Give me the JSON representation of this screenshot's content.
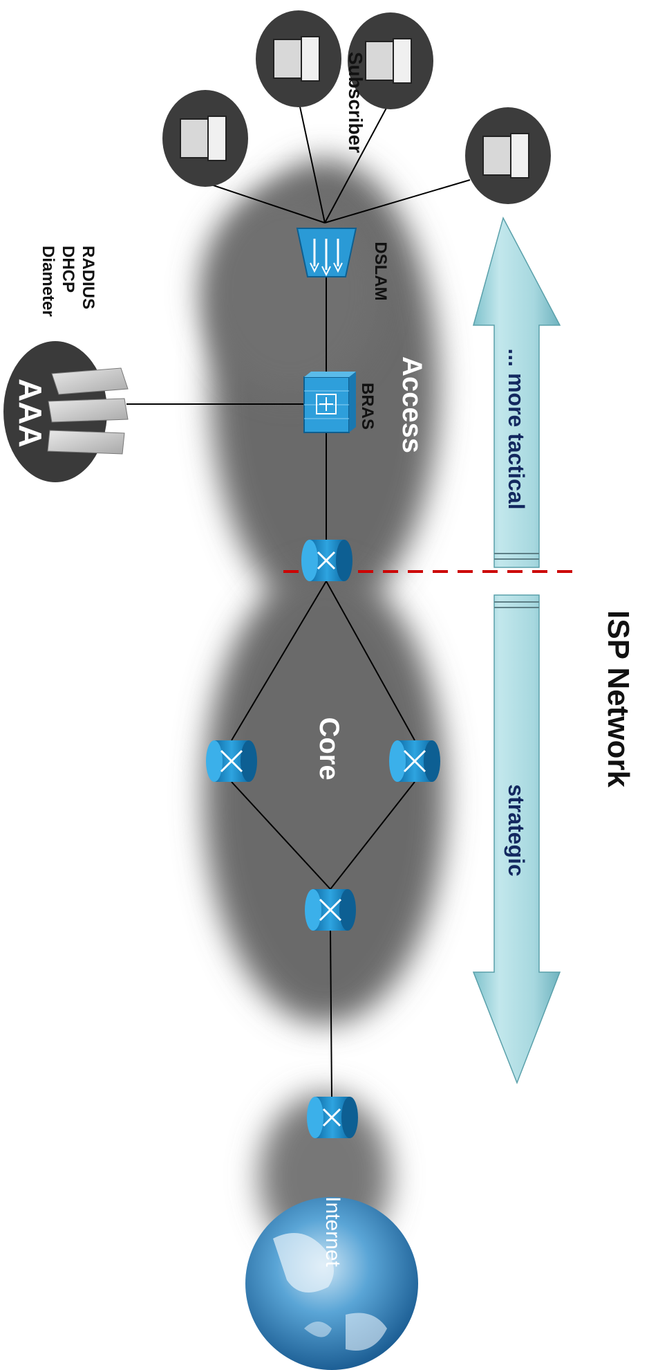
{
  "title": "ISP Network",
  "arrows": {
    "top_label": "... more tactical",
    "bottom_label": "strategic"
  },
  "clouds": {
    "access": "Access",
    "core": "Core",
    "internet": "Internet"
  },
  "devices": {
    "dslam": "DSLAM",
    "bras": "BRAS",
    "aaa": "AAA"
  },
  "subscriber_label": "Subscriber",
  "protocols": [
    "RADIUS",
    "DHCP",
    "Diameter"
  ],
  "colors": {
    "cloud": "#6a6a6a",
    "device_blue": "#1f8fcf",
    "arrow_fill": "#a9d9df",
    "arrow_text": "#13285f",
    "divider": "#cc0000",
    "globe": "#3f8ec4"
  },
  "icons": [
    "laptop-icon",
    "dslam-icon",
    "bras-icon",
    "router-icon",
    "switch-icon",
    "server-stack-icon",
    "globe-icon"
  ]
}
